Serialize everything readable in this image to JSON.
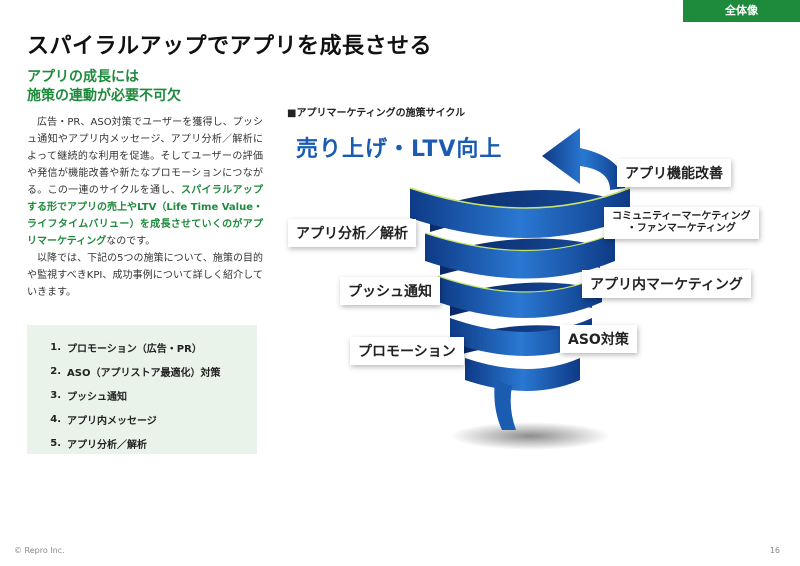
{
  "section_tag": "全体像",
  "title": "スパイラルアップでアプリを成長させる",
  "lead": [
    "アプリの成長には",
    "施策の連動が必要不可欠"
  ],
  "body": {
    "p1_a": "広告・PR、ASO対策でユーザーを獲得し、プッシュ通知やアプリ内メッセージ、アプリ分析／解析によって継続的な利用を促進。そしてユーザーの評価や発信が機能改善や新たなプロモーションにつながる。この一連のサイクルを通し、",
    "p1_hl": "スパイラルアップする形でアプリの売上やLTV（Life Time Value・ライフタイムバリュー）を成長させていくのがアプリマーケティング",
    "p1_b": "なのです。",
    "p2": "以降では、下記の5つの施策について、施策の目的や監視すべきKPI、成功事例について詳しく紹介していきます。"
  },
  "list": [
    {
      "num": "1.",
      "label": "プロモーション（広告・PR）"
    },
    {
      "num": "2.",
      "label": "ASO（アプリストア最適化）対策"
    },
    {
      "num": "3.",
      "label": "プッシュ通知"
    },
    {
      "num": "4.",
      "label": "アプリ内メッセージ"
    },
    {
      "num": "5.",
      "label": "アプリ分析／解析"
    }
  ],
  "diagram": {
    "title": "■アプリマーケティングの施策サイクル",
    "headline": "売り上げ・LTV向上",
    "labels": {
      "feature": "アプリ機能改善",
      "community_1": "コミュニティーマーケティング",
      "community_2": "・ファンマーケティング",
      "analytics": "アプリ分析／解析",
      "inapp": "アプリ内マーケティング",
      "push": "プッシュ通知",
      "aso": "ASO対策",
      "promo": "プロモーション"
    }
  },
  "colors": {
    "brand_green": "#1e8a3c",
    "spiral_blue": "#1a5cb0",
    "list_bg": "#e9f3ea"
  },
  "footer": {
    "copyright": "© Repro Inc.",
    "page": "16"
  }
}
